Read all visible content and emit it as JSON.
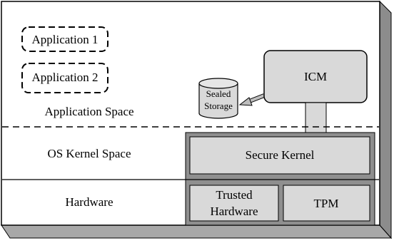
{
  "application_space": {
    "app1": "Application 1",
    "app2": "Application 2",
    "label": "Application Space",
    "sealed_storage_line1": "Sealed",
    "sealed_storage_line2": "Storage",
    "icm": "ICM"
  },
  "os_kernel_space": {
    "label": "OS Kernel Space",
    "secure_kernel": "Secure Kernel"
  },
  "hardware": {
    "label": "Hardware",
    "trusted_hardware_line1": "Trusted",
    "trusted_hardware_line2": "Hardware",
    "tpm": "TPM"
  },
  "colors": {
    "gray_fill": "#d9d9d9",
    "dark_gray": "#888888",
    "shadow": "#a8a8a8",
    "outline": "#000000"
  }
}
